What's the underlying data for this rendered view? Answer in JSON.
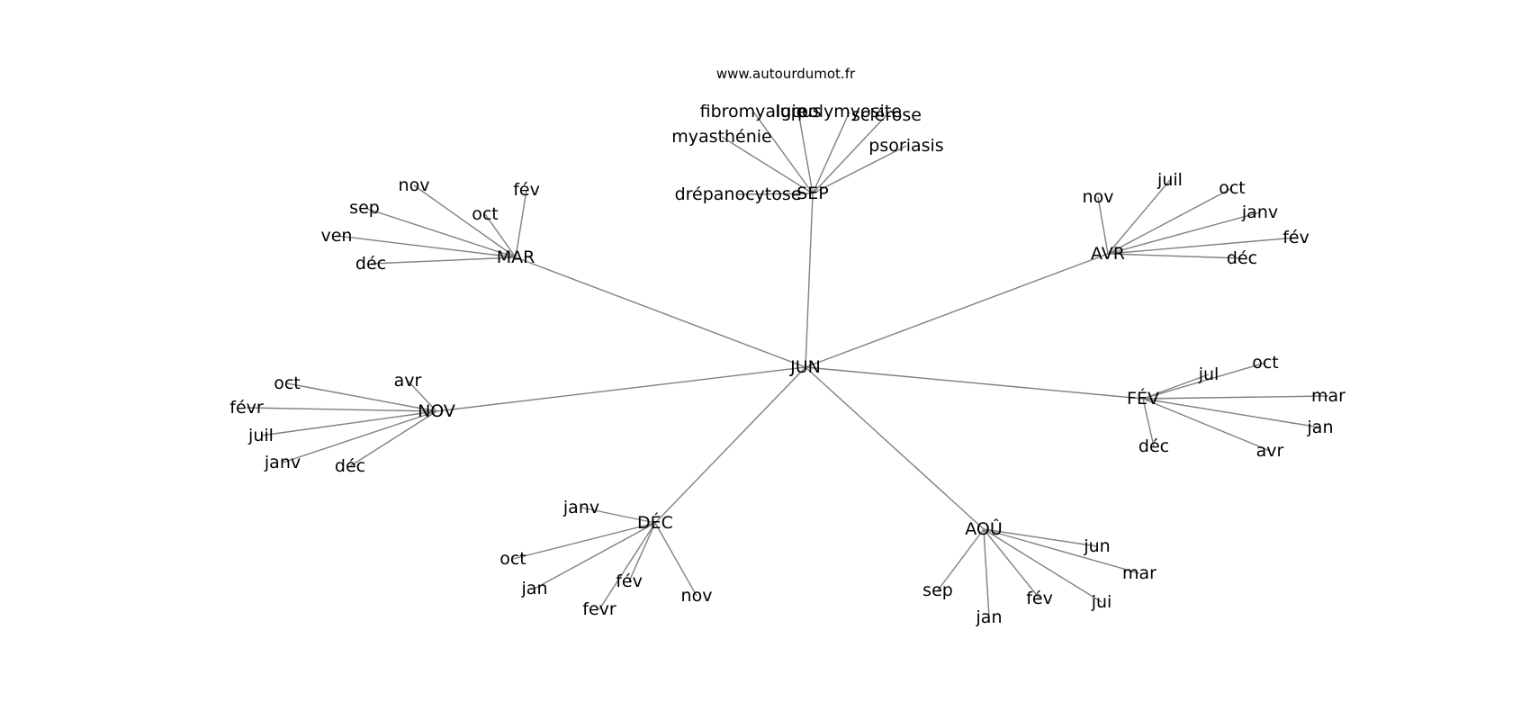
{
  "source": "www.autourdumot.fr",
  "root": "JUN",
  "clusters": [
    {
      "hub": "SEP",
      "words": [
        "drépanocytose",
        "myasthénie",
        "fibromyalgie",
        "lupus",
        "polymyosite",
        "sclérose",
        "psoriasis"
      ]
    },
    {
      "hub": "MAR",
      "words": [
        "nov",
        "fév",
        "oct",
        "sep",
        "ven",
        "déc"
      ]
    },
    {
      "hub": "AVR",
      "words": [
        "nov",
        "juil",
        "oct",
        "janv",
        "fév",
        "déc"
      ]
    },
    {
      "hub": "NOV",
      "words": [
        "avr",
        "oct",
        "févr",
        "juil",
        "janv",
        "déc"
      ]
    },
    {
      "hub": "FÉV",
      "words": [
        "jul",
        "oct",
        "mar",
        "jan",
        "avr",
        "déc"
      ]
    },
    {
      "hub": "DÉC",
      "words": [
        "janv",
        "oct",
        "jan",
        "fév",
        "fevr",
        "nov"
      ]
    },
    {
      "hub": "AOÛ",
      "words": [
        "jun",
        "mar",
        "fév",
        "jui",
        "jan",
        "sep"
      ]
    }
  ]
}
